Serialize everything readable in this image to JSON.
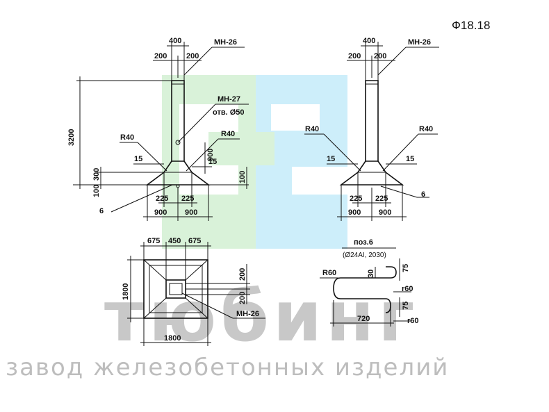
{
  "title": "Ф18.18",
  "watermark": {
    "brand": "тюбинг",
    "subtitle": "завод железобетонных изделий",
    "logo_green": "#d9f2d9",
    "logo_blue": "#cdeefa"
  },
  "front_view": {
    "top_width": "400",
    "top_left": "200",
    "top_right": "200",
    "part_top": "МН-26",
    "part_mid": "МН-27",
    "hole": "отв. Ø50",
    "radius_left": "R40",
    "radius_right": "R40",
    "height_total": "3200",
    "height_900": "900",
    "chamfer_left": "15",
    "chamfer_right": "15",
    "dim_300": "300",
    "dim_100_left": "100",
    "dim_100_right": "100",
    "base_inner_left": "225",
    "base_inner_right": "225",
    "base_left": "900",
    "base_right": "900",
    "pos_mark": "6"
  },
  "side_view": {
    "top_width": "400",
    "top_left": "200",
    "top_right": "200",
    "part_top": "МН-26",
    "radius_left": "R40",
    "radius_right": "R40",
    "chamfer_left": "15",
    "chamfer_right": "15",
    "base_inner_left": "225",
    "base_inner_right": "225",
    "base_left": "900",
    "base_right": "900",
    "pos_mark": "6"
  },
  "plan_view": {
    "top_left": "675",
    "top_mid": "450",
    "top_right": "675",
    "side_height": "1800",
    "bottom_width": "1800",
    "right_upper": "200",
    "right_lower": "200",
    "part": "МН-26"
  },
  "detail": {
    "title": "поз.6",
    "spec": "(Ø24AI, 2030)",
    "r_left": "R60",
    "dim_30": "30",
    "dim_75_top": "75",
    "r60_top": "r60",
    "dim_75_bottom": "75",
    "r60_bottom": "r60",
    "length": "720"
  }
}
